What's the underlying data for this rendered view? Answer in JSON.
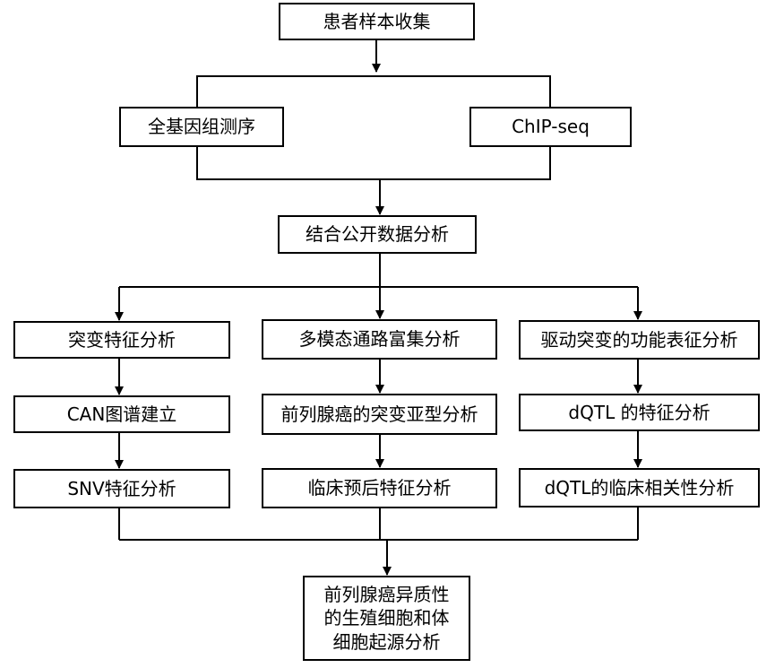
{
  "diagram": {
    "top": {
      "collect": "患者样本收集"
    },
    "sequencing": {
      "wgs": "全基因组测序",
      "chip": "ChIP-seq"
    },
    "integrate": "结合公开数据分析",
    "columns": {
      "left": {
        "step1": "突变特征分析",
        "step2": "CAN图谱建立",
        "step3": "SNV特征分析"
      },
      "middle": {
        "step1": "多模态通路富集分析",
        "step2": "前列腺癌的突变亚型分析",
        "step3": "临床预后特征分析"
      },
      "right": {
        "step1": "驱动突变的功能表征分析",
        "step2": "dQTL 的特征分析",
        "step3": "dQTL的临床相关性分析"
      }
    },
    "final": "前列腺癌异质性\n的生殖细胞和体\n细胞起源分析"
  }
}
